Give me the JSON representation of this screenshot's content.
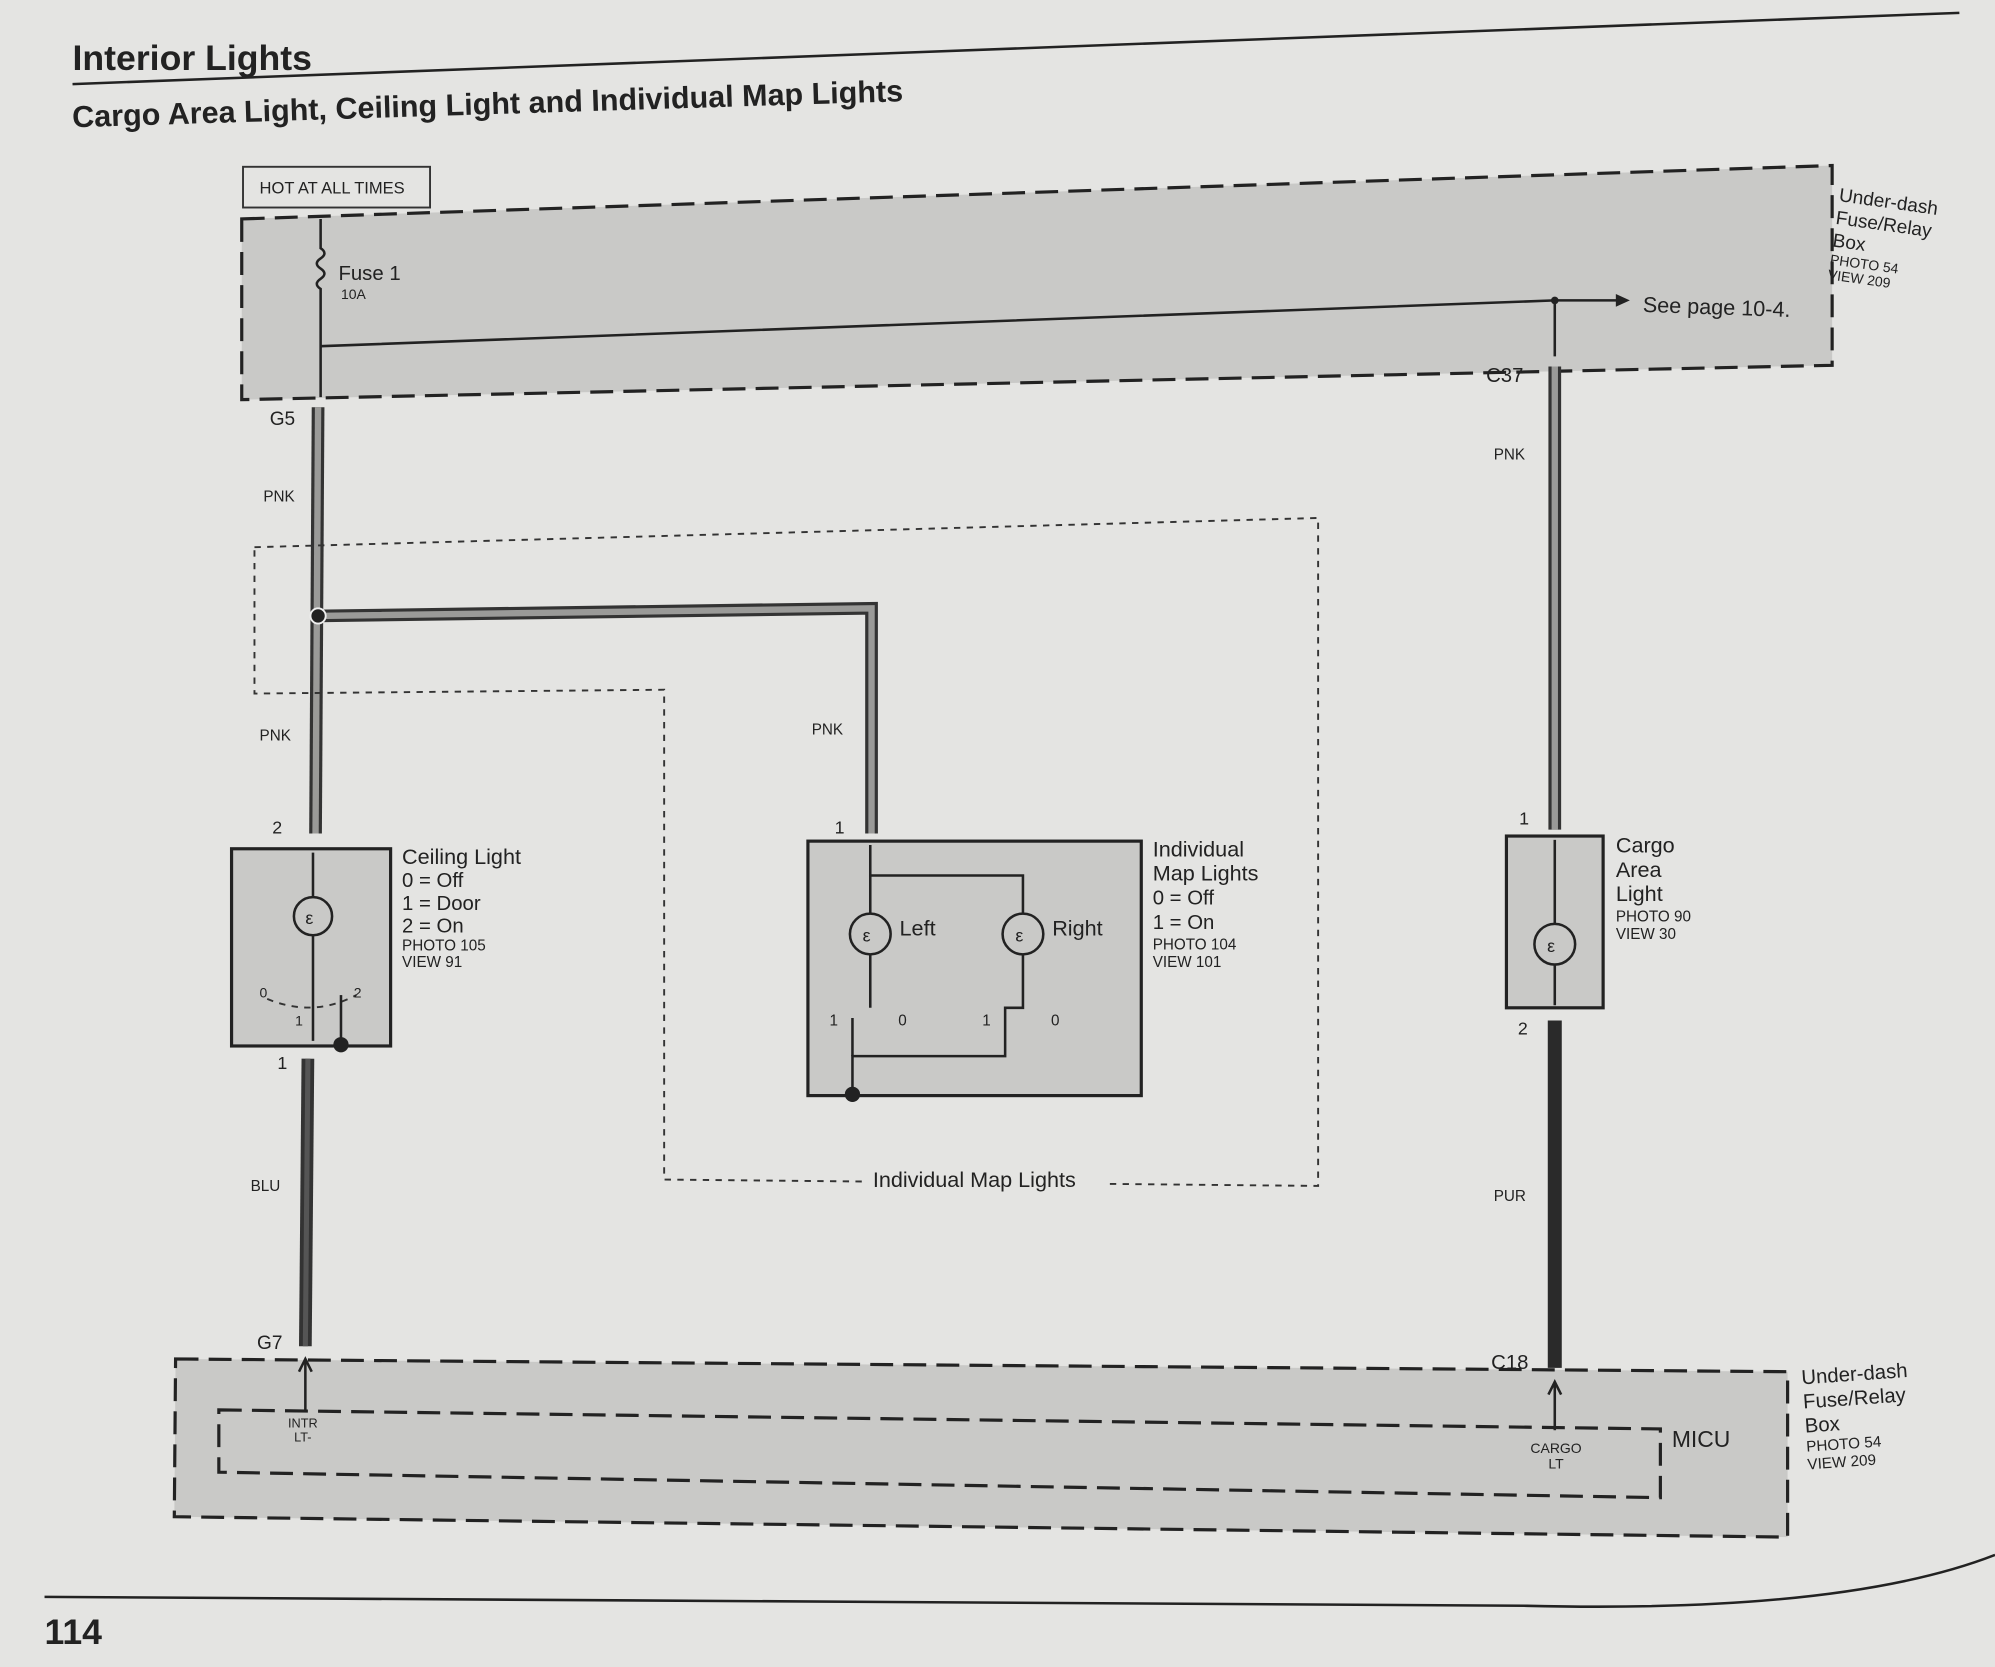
{
  "page": {
    "title": "Interior Lights",
    "subtitle": "Cargo Area Light, Ceiling Light and Individual Map Lights",
    "page_number": "114"
  },
  "top_box": {
    "hot_label": "HOT AT ALL TIMES",
    "fuse_name": "Fuse 1",
    "fuse_rating": "10A",
    "see_page": "See page 10-4.",
    "name_lines": [
      "Under-dash",
      "Fuse/Relay",
      "Box"
    ],
    "photo": "PHOTO 54",
    "view": "VIEW 209"
  },
  "connectors": {
    "g5": "G5",
    "c37": "C37",
    "g7": "G7",
    "c18": "C18"
  },
  "wires": {
    "pnk": "PNK",
    "blu": "BLU",
    "pur": "PUR"
  },
  "ceiling_light": {
    "name": "Ceiling Light",
    "modes": [
      "0 = Off",
      "1 = Door",
      "2 = On"
    ],
    "photo": "PHOTO 105",
    "view": "VIEW 91",
    "pin_top": "2",
    "pin_bottom": "1",
    "switch_labels": [
      "0",
      "1",
      "2"
    ]
  },
  "map_lights": {
    "name_lines": [
      "Individual",
      "Map Lights"
    ],
    "modes": [
      "0 = Off",
      "1 = On"
    ],
    "photo": "PHOTO 104",
    "view": "VIEW 101",
    "pin_top": "1",
    "left": "Left",
    "right": "Right",
    "switch_labels": [
      "1",
      "0"
    ],
    "group_label": "Individual Map Lights"
  },
  "cargo_light": {
    "name_lines": [
      "Cargo",
      "Area",
      "Light"
    ],
    "photo": "PHOTO 90",
    "view": "VIEW 30",
    "pin_top": "1",
    "pin_bottom": "2"
  },
  "bottom_box": {
    "micu": "MICU",
    "intr_lines": [
      "INTR",
      "LT-"
    ],
    "cargo_lines": [
      "CARGO",
      "LT"
    ],
    "name_lines": [
      "Under-dash",
      "Fuse/Relay",
      "Box"
    ],
    "photo": "PHOTO 54",
    "view": "VIEW 209"
  }
}
